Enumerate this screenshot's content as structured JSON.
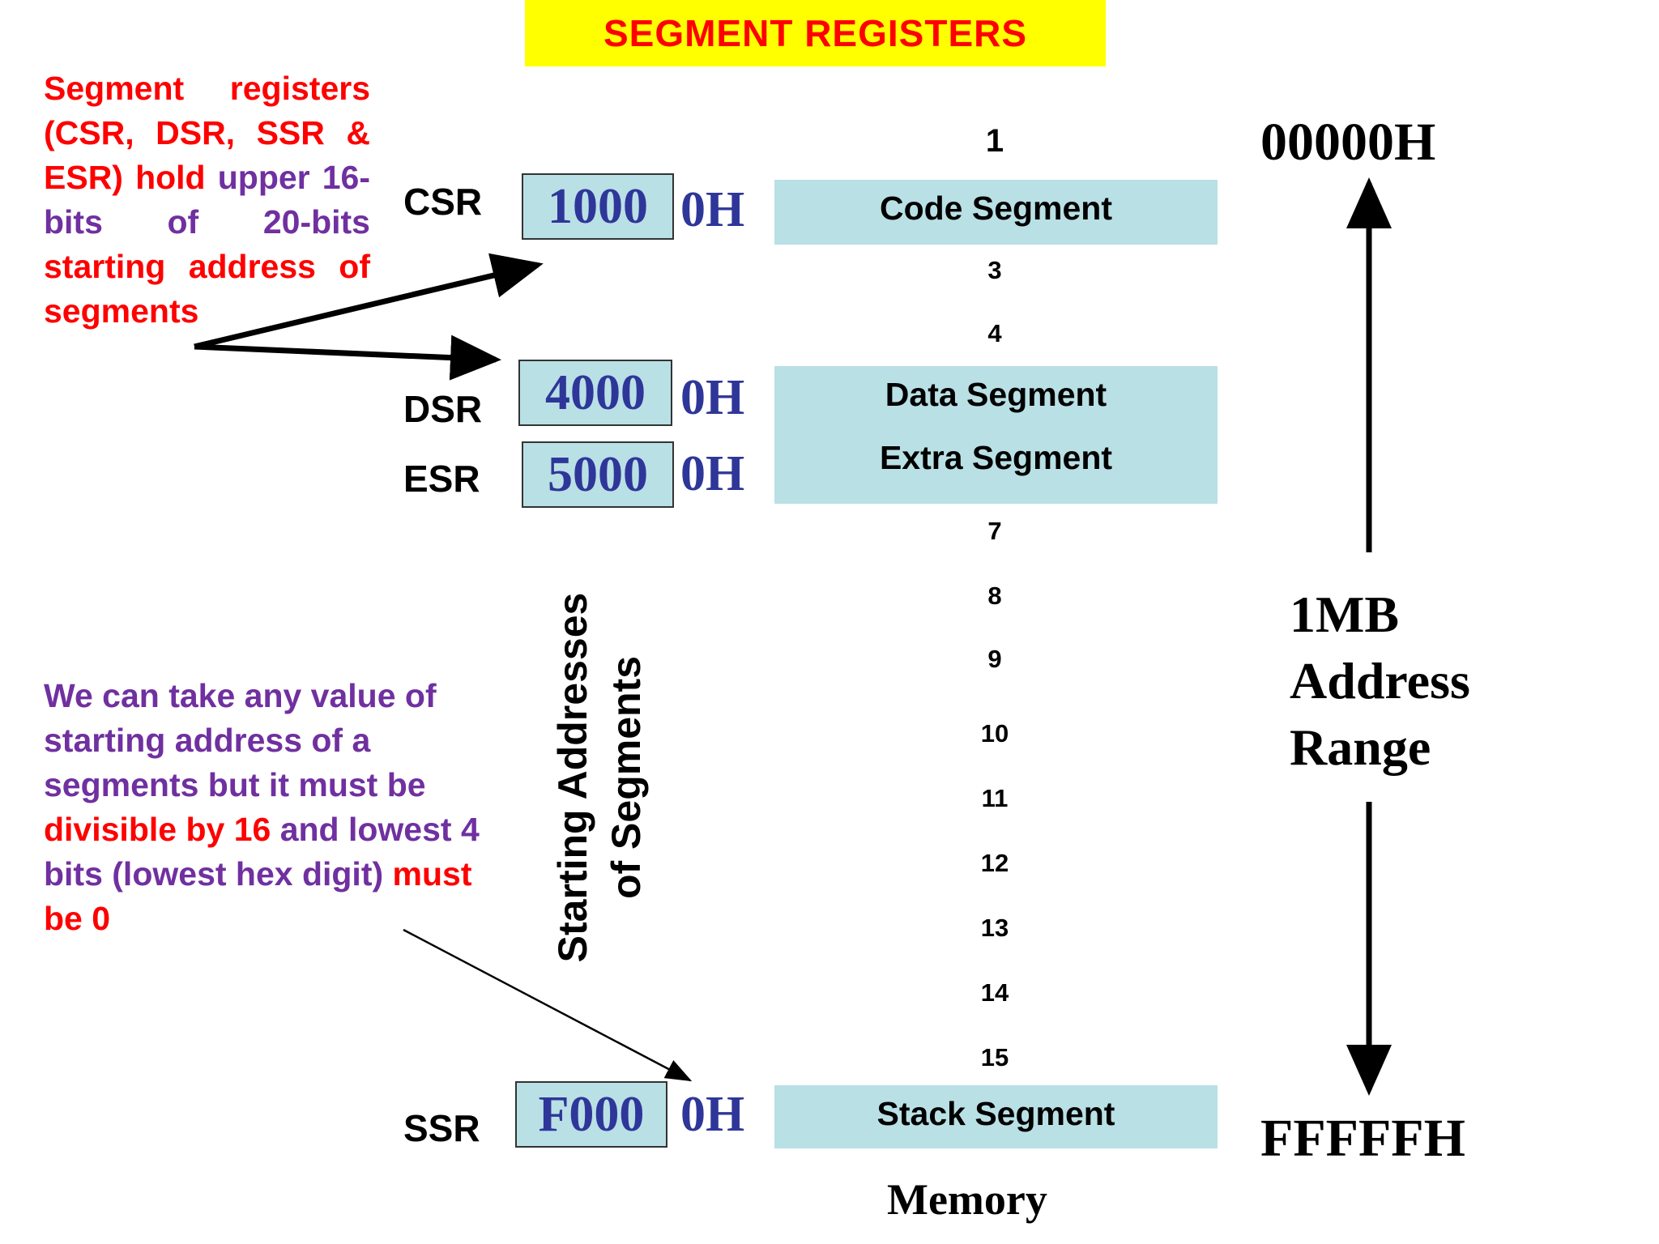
{
  "title": "SEGMENT REGISTERS",
  "para1": {
    "seg1": "Segment registers (CSR, DSR, SSR & ESR) hold ",
    "seg2": "upper 16-bits of 20-bits",
    "seg3": " starting address of segments"
  },
  "para2": {
    "seg1": "We can take any value of starting address of a segments but it must be ",
    "seg2": "divisible by 16",
    "seg3": " and lowest 4 bits (lowest hex digit) ",
    "seg4": "must be 0"
  },
  "registers": [
    {
      "label": "CSR",
      "value": "1000",
      "suffix": "0H"
    },
    {
      "label": "DSR",
      "value": "4000",
      "suffix": "0H"
    },
    {
      "label": "ESR",
      "value": "5000",
      "suffix": "0H"
    },
    {
      "label": "SSR",
      "value": "F000",
      "suffix": "0H"
    }
  ],
  "segments": {
    "code": "Code Segment",
    "data": "Data Segment",
    "extra": "Extra Segment",
    "stack": "Stack Segment"
  },
  "memory_numbers": [
    "1",
    "3",
    "4",
    "7",
    "8",
    "9",
    "10",
    "11",
    "12",
    "13",
    "14",
    "15"
  ],
  "vertical_label": {
    "line1": "Starting Addresses",
    "line2": "of Segments"
  },
  "address_top": "00000H",
  "address_bottom": "FFFFFH",
  "range": {
    "line1": "1MB",
    "line2": "Address",
    "line3": "Range"
  },
  "memory_label": "Memory",
  "colors": {
    "title_bg": "#ffff00",
    "title_text": "#ff0000",
    "red_text": "#ff0000",
    "purple_text": "#7030a0",
    "segment_fill": "#b9e0e5",
    "register_value": "#2f3699"
  }
}
